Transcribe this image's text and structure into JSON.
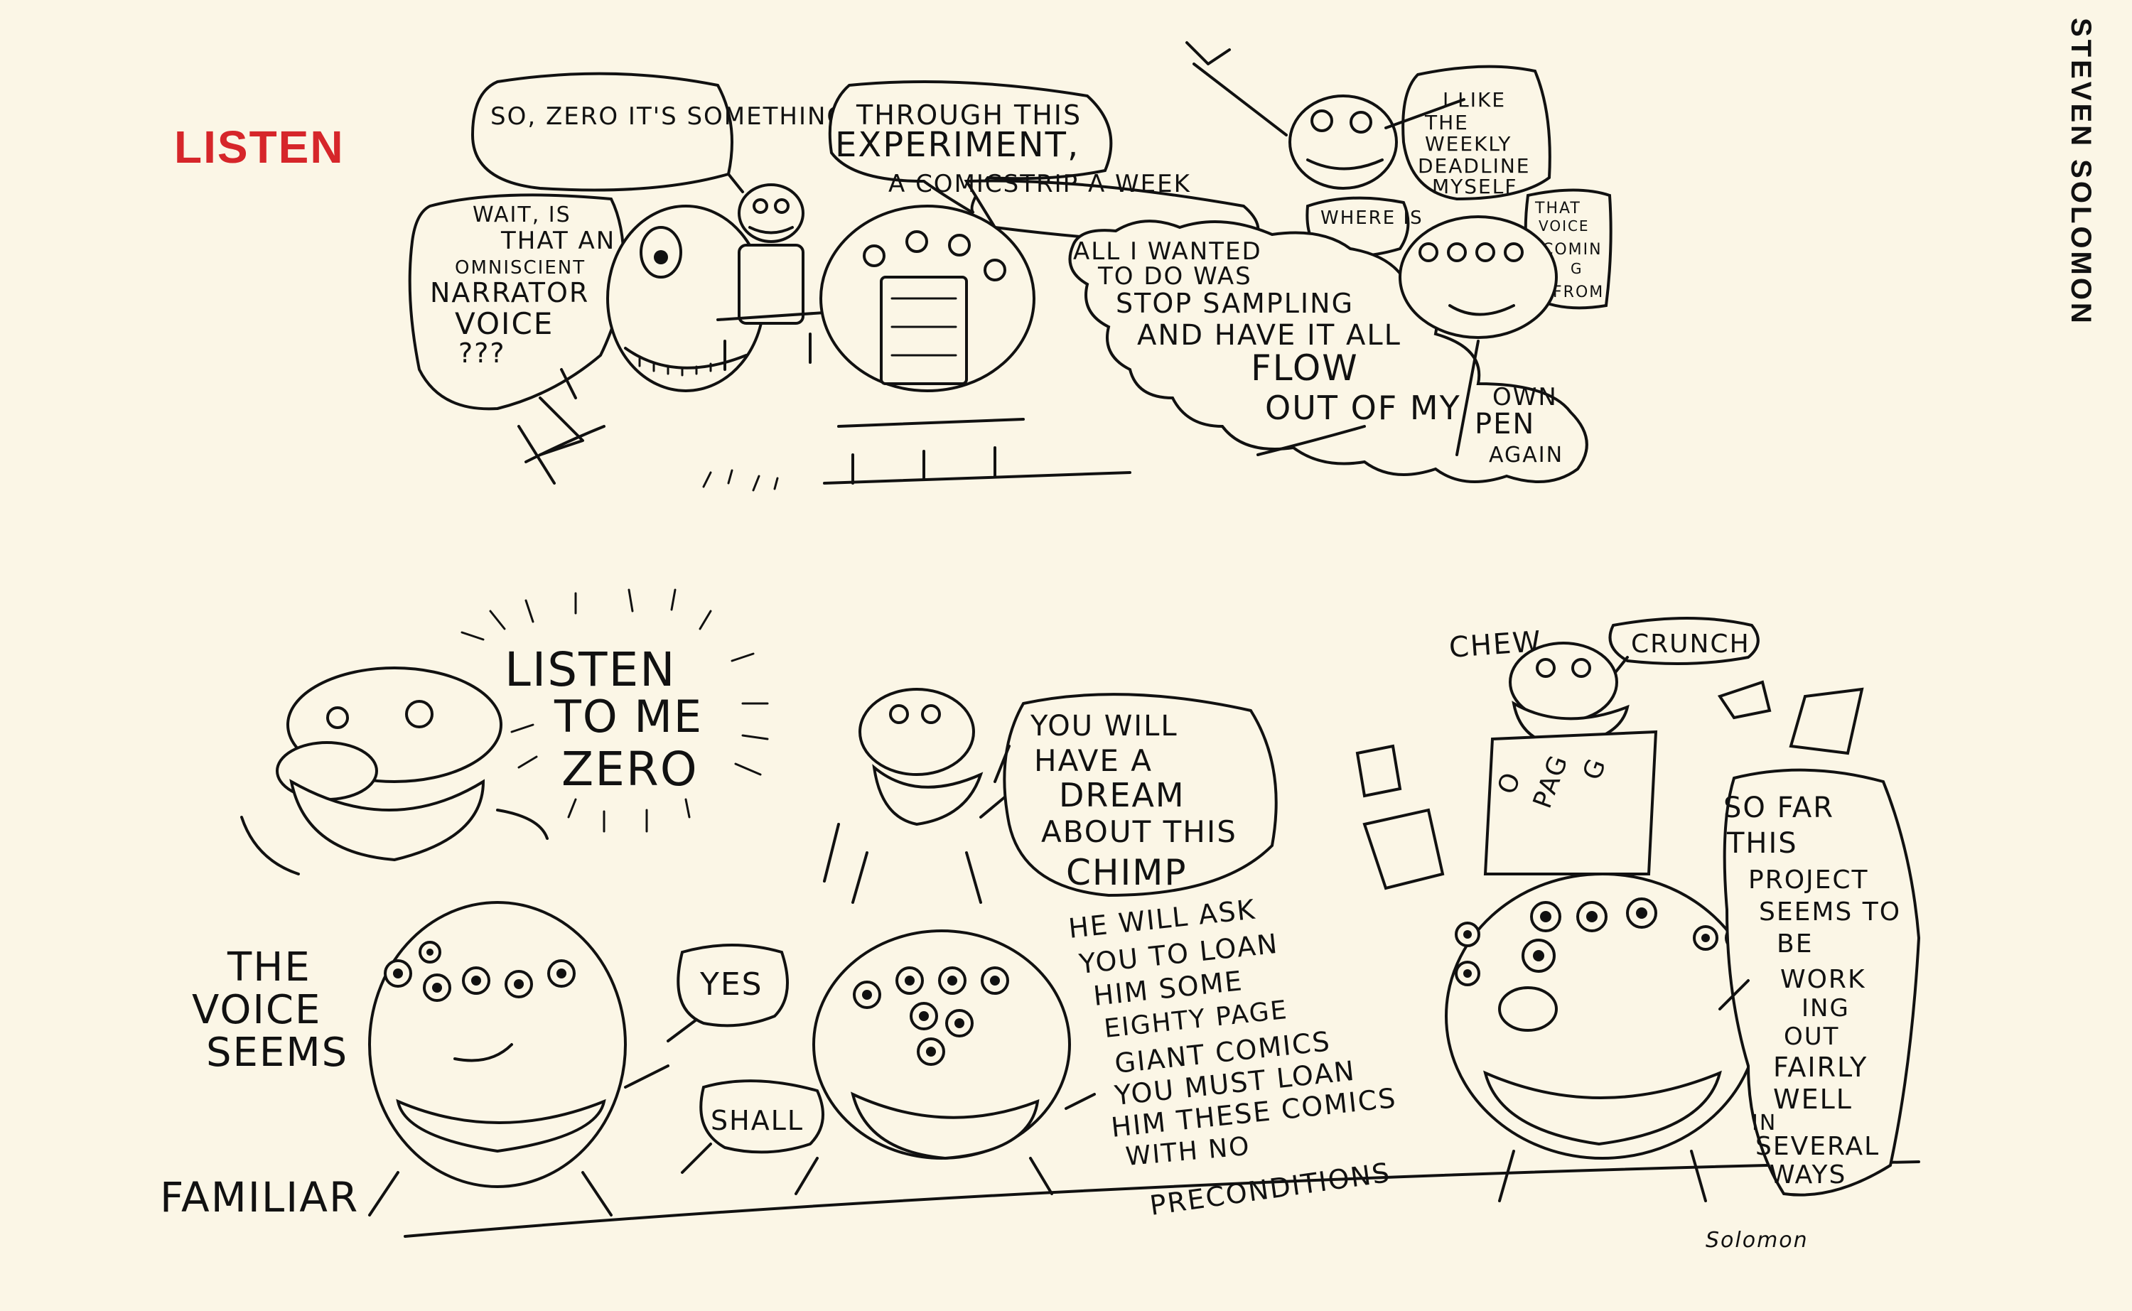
{
  "strip": {
    "title": "LISTEN",
    "author": "STEVEN SOLOMON",
    "signature": "Solomon",
    "colors": {
      "title": "#d6262a",
      "background": "#fbf6e6",
      "ink": "#111111"
    }
  },
  "top_panel": {
    "bubble_half_way": "SO, ZERO IT'S SOMETHING LIKE HALF WAY",
    "bubble_experiment_1": "THROUGH THIS",
    "bubble_experiment_2": "EXPERIMENT,",
    "bubble_experiment_3": "A COMICSTRIP A WEEK",
    "bubble_narrator_1": "WAIT, IS",
    "bubble_narrator_2": "THAT AN",
    "bubble_narrator_3": "OMNISCIENT",
    "bubble_narrator_4": "NARRATOR",
    "bubble_narrator_5": "VOICE",
    "bubble_narrator_6": "???",
    "bubble_deadline_1": "I LIKE",
    "bubble_deadline_2": "THE",
    "bubble_deadline_3": "WEEKLY",
    "bubble_deadline_4": "DEADLINE",
    "bubble_deadline_5": "MYSELF",
    "bubble_where": "WHERE IS",
    "bubble_that_voice_1": "THAT",
    "bubble_that_voice_2": "VOICE",
    "bubble_that_voice_3": "COMIN",
    "bubble_that_voice_4": "G",
    "bubble_that_voice_5": "FROM",
    "cloud_1": "ALL I WANTED",
    "cloud_2": "TO DO WAS",
    "cloud_3": "STOP SAMPLING",
    "cloud_4": "AND HAVE IT ALL",
    "cloud_5": "FLOW",
    "cloud_6": "OUT OF MY",
    "cloud_7": "OWN",
    "cloud_8": "PEN",
    "cloud_9": "AGAIN"
  },
  "bottom_panel": {
    "listen_1": "LISTEN",
    "listen_2": "TO ME",
    "listen_3": "ZERO",
    "voice_1": "THE",
    "voice_2": "VOICE",
    "voice_3": "SEEMS",
    "voice_4": "FAMILIAR",
    "yes": "YES",
    "shall": "SHALL",
    "dream_1": "YOU WILL",
    "dream_2": "HAVE A",
    "dream_3": "DREAM",
    "dream_4": "ABOUT THIS",
    "dream_5": "CHIMP",
    "ask_1": "HE WILL ASK",
    "ask_2": "YOU TO LOAN",
    "ask_3": "HIM SOME",
    "ask_4": "EIGHTY PAGE",
    "ask_5": "GIANT COMICS",
    "ask_6": "YOU MUST LOAN",
    "ask_7": "HIM THESE COMICS",
    "ask_8": "WITH NO",
    "ask_9": "PRECONDITIONS",
    "chew": "CHEW",
    "crunch": "CRUNCH",
    "page_1": "PAG",
    "page_2": "G",
    "page_3": "O",
    "far_1": "SO FAR",
    "far_2": "THIS",
    "far_3": "PROJECT",
    "far_4": "SEEMS TO",
    "far_5": "BE",
    "far_6": "WORK",
    "far_7": "ING",
    "far_8": "OUT",
    "far_9": "FAIRLY",
    "far_10": "WELL",
    "far_11": "IN",
    "far_12": "SEVERAL",
    "far_13": "WAYS"
  }
}
